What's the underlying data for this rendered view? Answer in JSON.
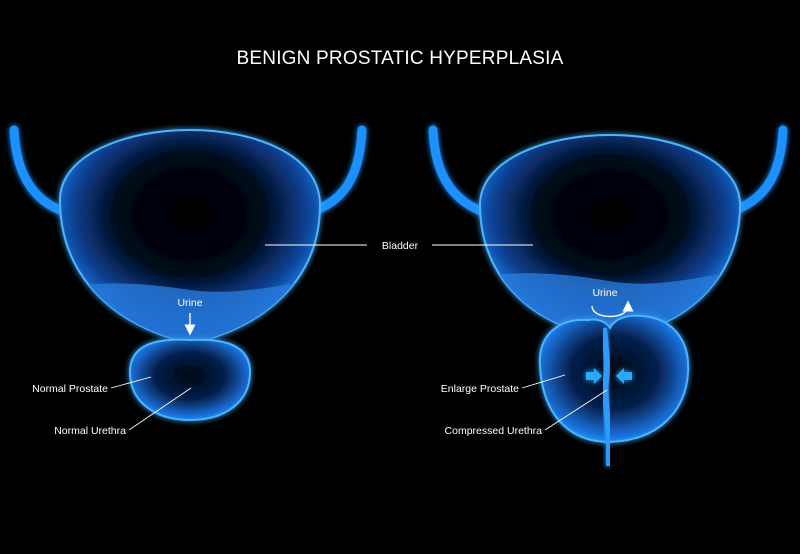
{
  "title": "BENIGN PROSTATIC HYPERPLASIA",
  "labels": {
    "bladder": "Bladder",
    "urine_left": "Urine",
    "urine_right": "Urine",
    "normal_prostate": "Normal Prostate",
    "normal_urethra": "Normal Urethra",
    "enlarge_prostate": "Enlarge Prostate",
    "compressed_urethra": "Compressed Urethra"
  },
  "colors": {
    "background": "#000000",
    "organ_glow": "#1e90ff",
    "organ_edge": "#49b6ff",
    "label": "#ffffff"
  }
}
